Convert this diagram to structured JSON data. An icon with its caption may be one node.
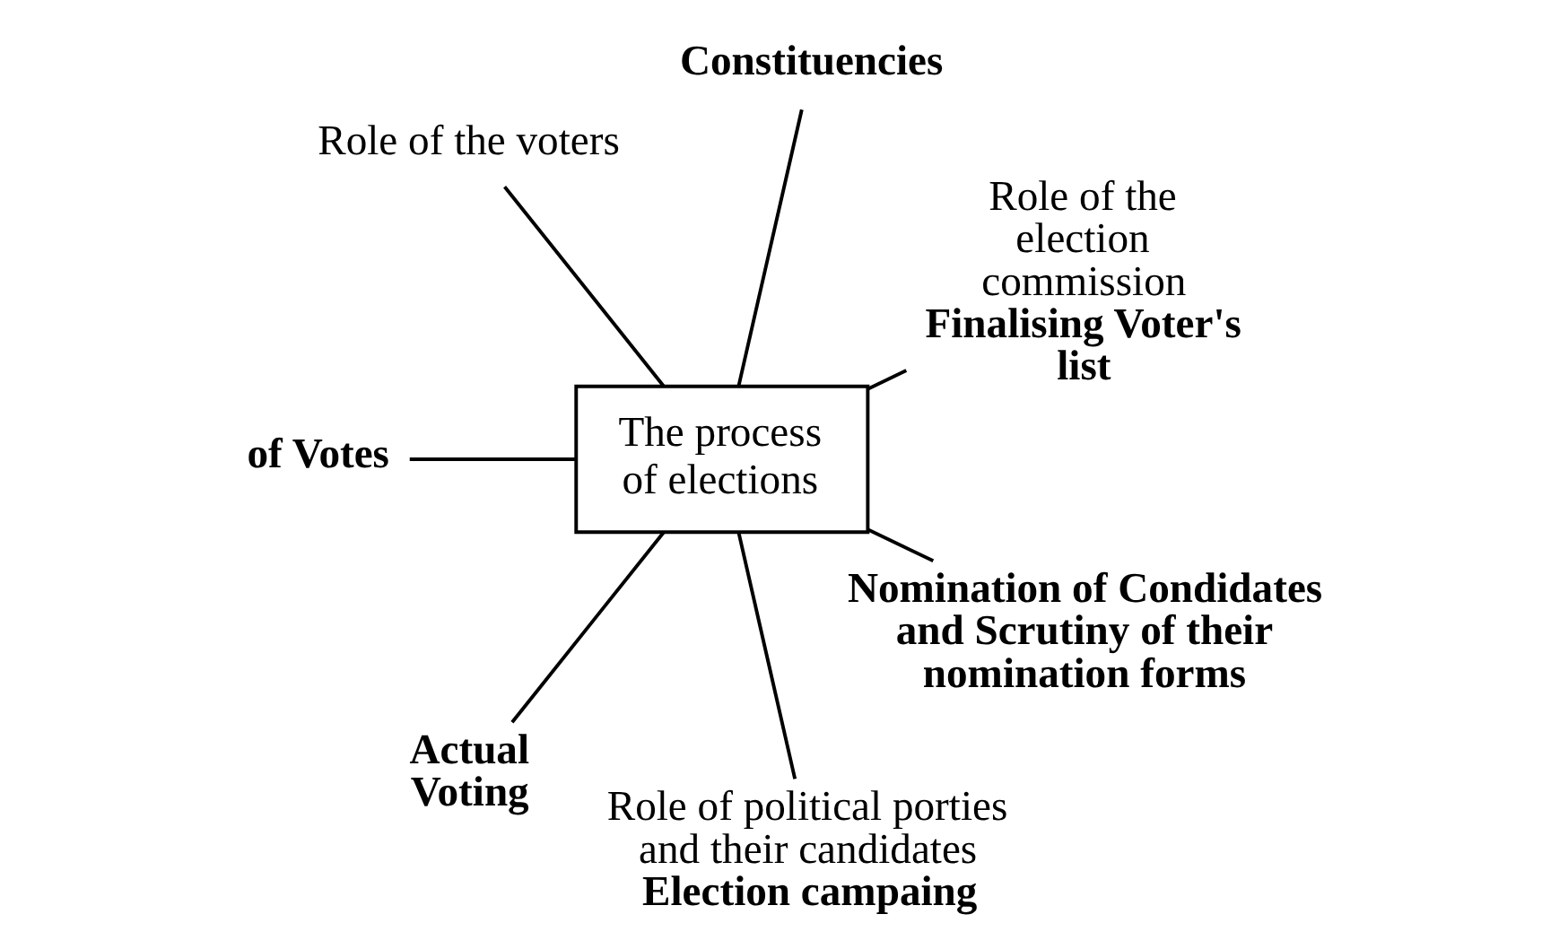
{
  "diagram": {
    "nodes": [
      {
        "text": [
          "The process of elections"
        ]
      },
      {
        "text": [
          "Role of the election commission",
          "Finalising Voter's list"
        ]
      },
      {
        "text": [
          "Constituencies"
        ]
      },
      {
        "text": [
          "Role of the voters"
        ]
      },
      {
        "text": [
          "of Votes"
        ]
      },
      {
        "text": [
          "Actual Voting"
        ]
      },
      {
        "text": [
          "Role of political porties and their candidates",
          "Election campaing"
        ]
      },
      {
        "text": [
          "Nomination of Condidates and Scrutiny of their nomination forms"
        ]
      }
    ],
    "edges": [
      {
        "from": 0,
        "to": 1,
        "arrow": "none"
      },
      {
        "from": 0,
        "to": 2,
        "arrow": "none"
      },
      {
        "from": 0,
        "to": 3,
        "arrow": "none"
      },
      {
        "from": 0,
        "to": 4,
        "arrow": "none"
      },
      {
        "from": 0,
        "to": 5,
        "arrow": "none"
      },
      {
        "from": 0,
        "to": 6,
        "arrow": "none"
      },
      {
        "from": 0,
        "to": 7,
        "arrow": "none"
      }
    ]
  }
}
